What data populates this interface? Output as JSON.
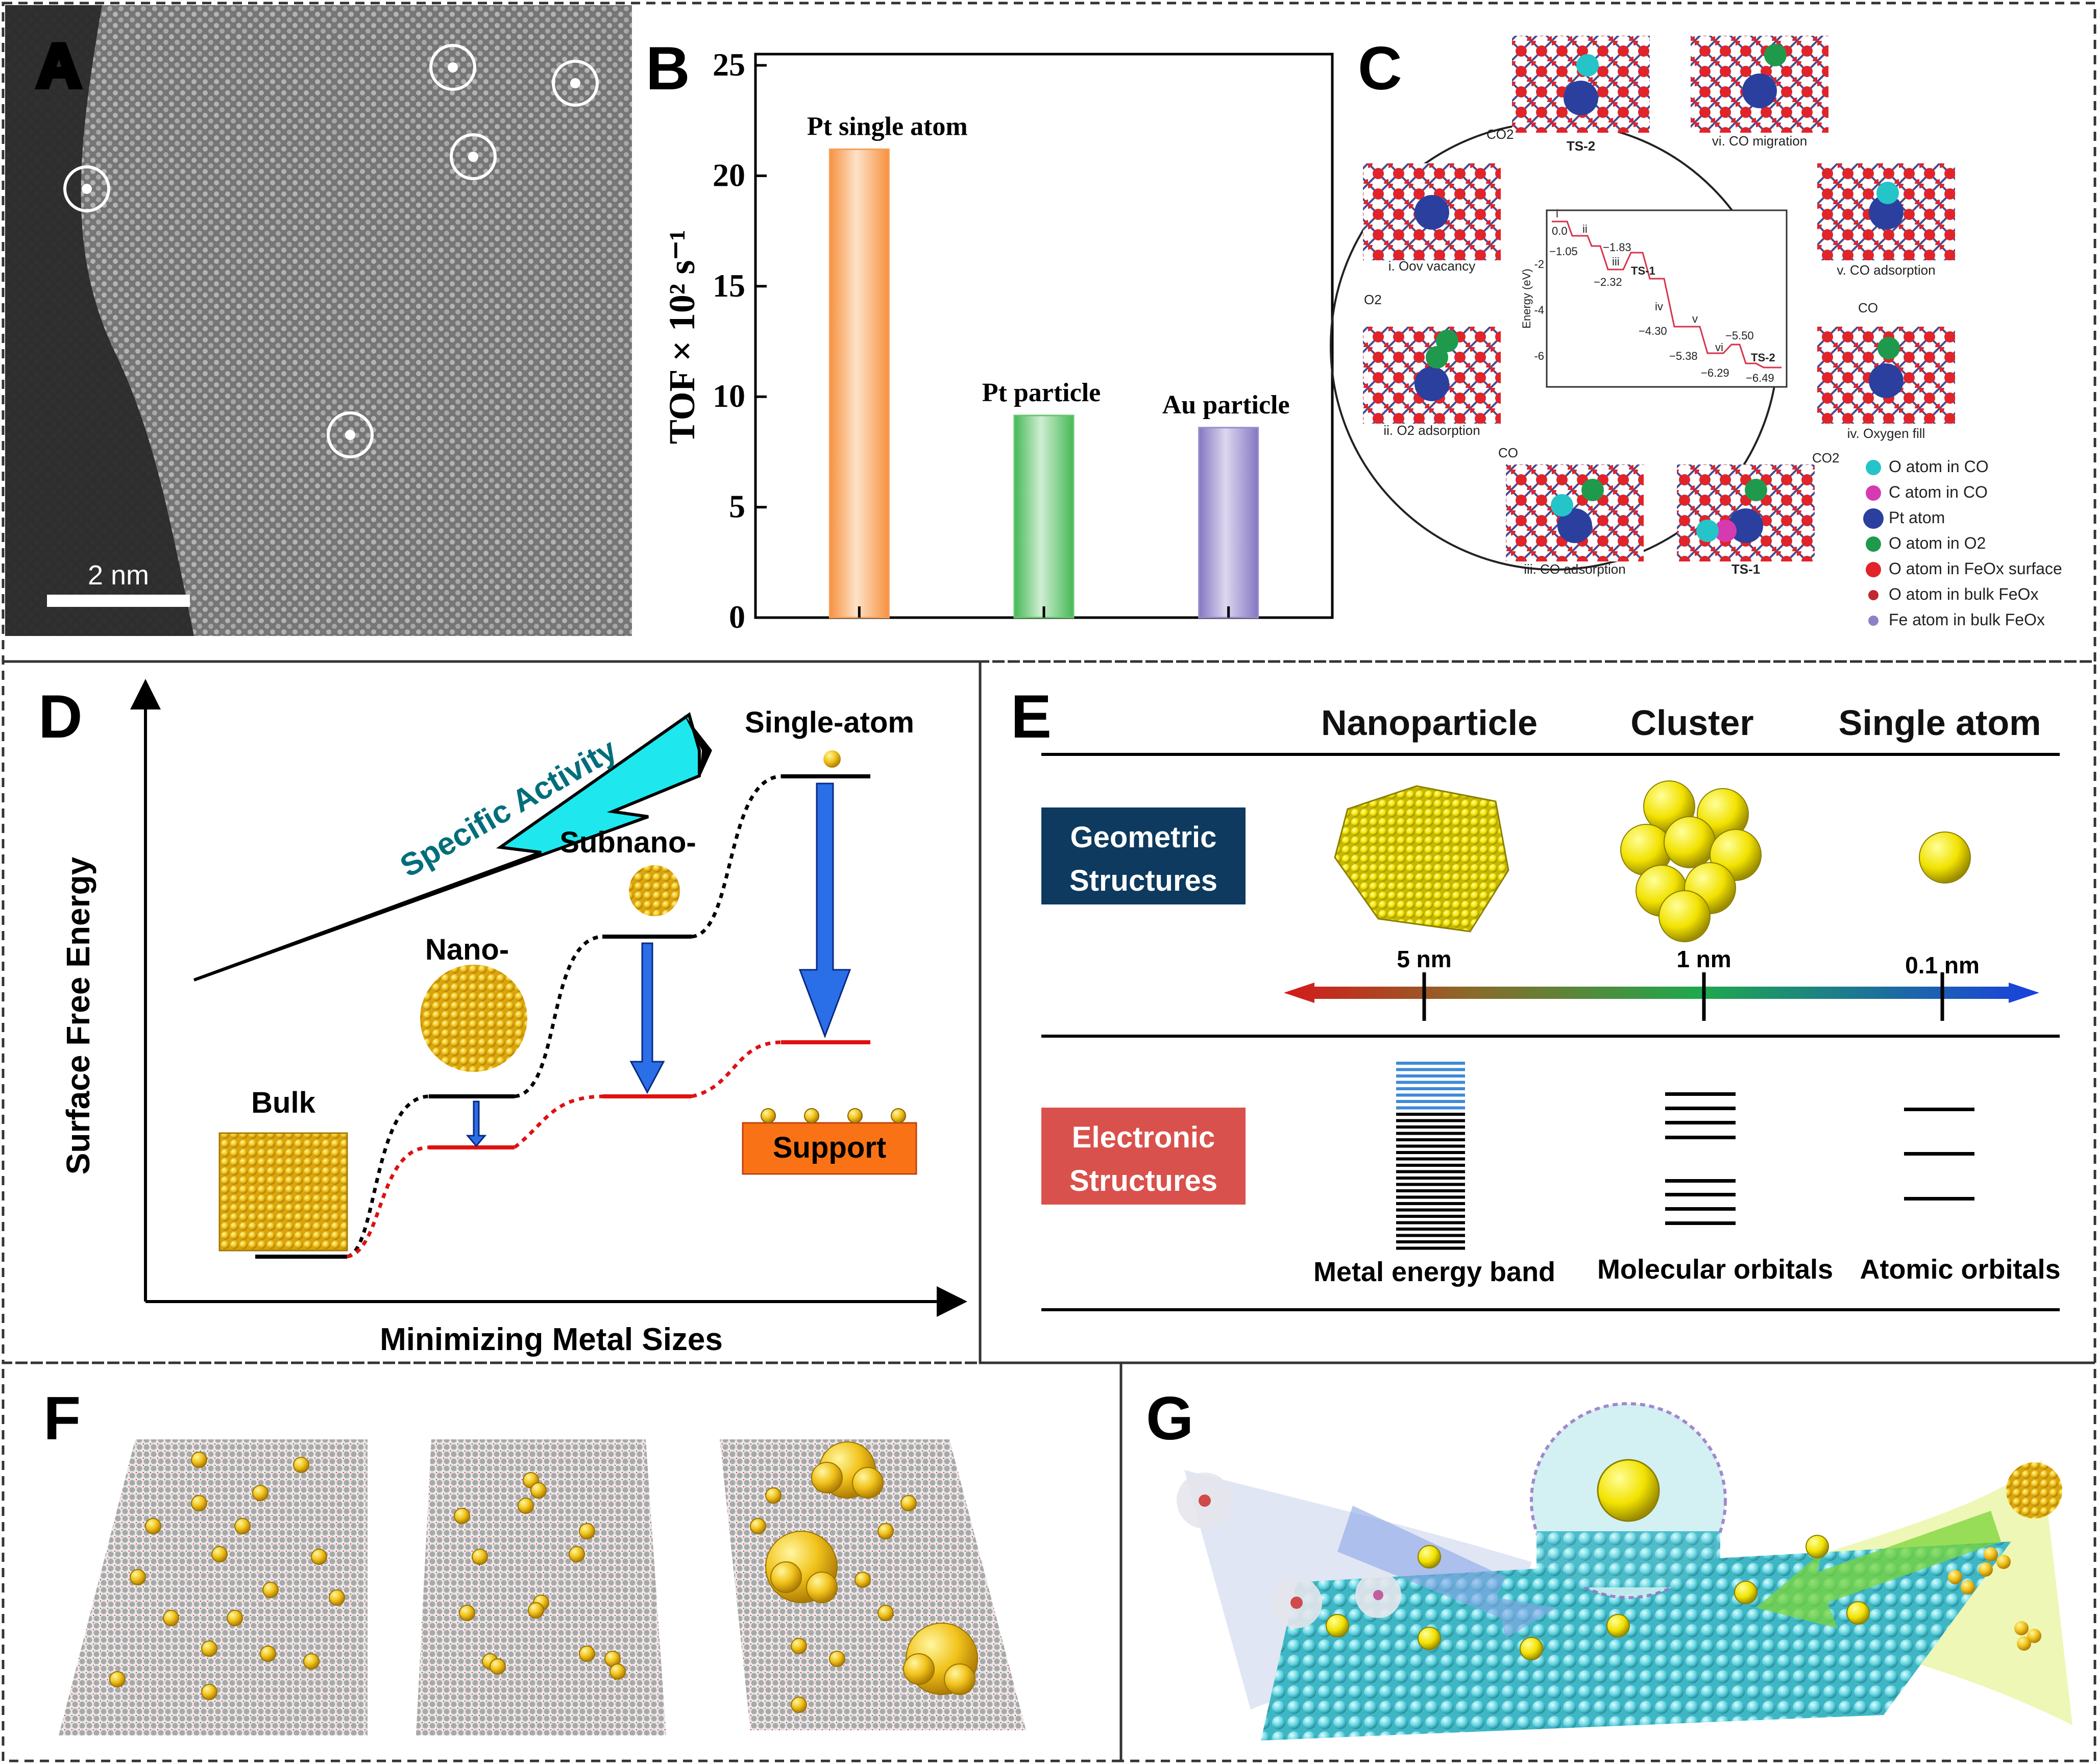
{
  "panels": {
    "A": {
      "letter": "A",
      "scale_bar": "2 nm"
    },
    "B": {
      "letter": "B",
      "chart_data": {
        "type": "bar",
        "categories": [
          "Pt single atom",
          "Pt particle",
          "Au particle"
        ],
        "values": [
          21.2,
          9.15,
          8.6
        ],
        "colors": [
          "#f5a05a",
          "#63c86e",
          "#9b8ccd"
        ],
        "ylabel": "TOF × 10² s⁻¹",
        "ylim": [
          0,
          25
        ],
        "yticks": [
          0,
          5,
          10,
          15,
          20,
          25
        ]
      }
    },
    "C": {
      "letter": "C",
      "states": [
        "i. Oov vacancy",
        "ii. O2 adsorption",
        "iii. CO adsorption",
        "TS-1",
        "iv. Oxygen fill",
        "v. CO adsorption",
        "vi. CO migration",
        "TS-2"
      ],
      "cycle_labels": [
        "CO2",
        "O2",
        "CO",
        "CO2",
        "CO"
      ],
      "inset": {
        "ylabel": "Energy (eV)",
        "yticks": [
          "-2",
          "-4",
          "-6"
        ],
        "steps": [
          "i",
          "ii",
          "iii",
          "TS-1",
          "iv",
          "v",
          "vi",
          "TS-2"
        ],
        "energies": [
          "0.0",
          "−1.05",
          "−1.83",
          "−2.32",
          "−4.30",
          "−5.38",
          "−5.50",
          "−6.29",
          "−6.49"
        ]
      },
      "legend": [
        {
          "label": "O atom in CO",
          "color": "#25c4c9"
        },
        {
          "label": "C atom in CO",
          "color": "#d63ab0"
        },
        {
          "label": "Pt atom",
          "color": "#2b3f9e"
        },
        {
          "label": "O atom in O2",
          "color": "#1f9a4c"
        },
        {
          "label": "O atom in FeOx surface",
          "color": "#e0242a"
        },
        {
          "label": "O atom in bulk FeOx",
          "color": "#c1272d"
        },
        {
          "label": "Fe atom in bulk FeOx",
          "color": "#8a83c5"
        }
      ]
    },
    "D": {
      "letter": "D",
      "ylabel": "Surface Free Energy",
      "xlabel": "Minimizing Metal Sizes",
      "arrow_label": "Specific Activity",
      "levels": [
        "Bulk",
        "Nano-",
        "Subnano-",
        "Single-atom"
      ],
      "support": "Support"
    },
    "E": {
      "letter": "E",
      "columns": [
        "Nanoparticle",
        "Cluster",
        "Single atom"
      ],
      "row1": "Geometric Structures",
      "row2": "Electronic Structures",
      "scale": [
        "5 nm",
        "1 nm",
        "0.1 nm"
      ],
      "bottom": [
        "Metal energy band",
        "Molecular orbitals",
        "Atomic orbitals"
      ]
    },
    "F": {
      "letter": "F"
    },
    "G": {
      "letter": "G"
    }
  }
}
